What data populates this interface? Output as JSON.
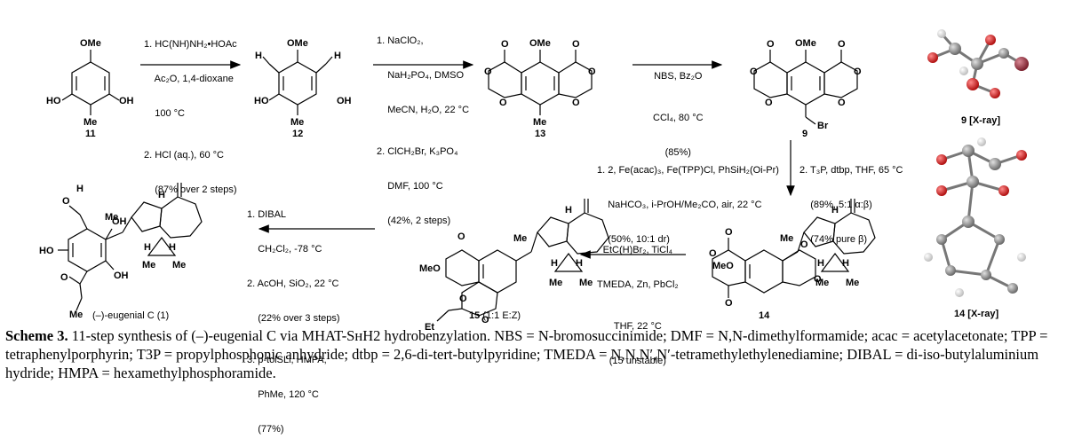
{
  "compounds": {
    "c11": "11",
    "c12": "12",
    "c13": "13",
    "c9": "9",
    "c9_xray": "9 [X-ray]",
    "c14": "14",
    "c14_xray": "14 [X-ray]",
    "c15": "15",
    "c15_note": "(1:1 E:Z)",
    "product": "(–)-eugenial C (1)"
  },
  "steps": {
    "s1": [
      "1. HC(NH)NH₂•HOAc",
      "    Ac₂O, 1,4-dioxane",
      "    100 °C",
      "2. HCl (aq.), 60 °C",
      "    (87% over 2 steps)"
    ],
    "s2": [
      "1. NaClO₂,",
      "    NaH₂PO₄, DMSO",
      "    MeCN, H₂O, 22 °C",
      "2. ClCH₂Br, K₃PO₄",
      "    DMF, 100 °C",
      "    (42%, 2 steps)"
    ],
    "s3": [
      "NBS, Bz₂O",
      "CCl₄, 80 °C",
      "(85%)"
    ],
    "s4_left": [
      "1. 2, Fe(acac)₃, Fe(TPP)Cl, PhSiH₂(Oi-Pr)",
      "    NaHCO₃, i-PrOH/Me₂CO, air, 22 °C",
      "    (50%, 10:1 dr)"
    ],
    "s4_right": [
      "2. T₃P, dtbp, THF, 65 °C",
      "    (89%, 5:1 α:β)",
      "    (74% pure β)"
    ],
    "s5": [
      "EtC(H)Br₂, TiCl₄",
      "TMEDA, Zn, PbCl₂",
      "THF, 22 °C",
      "(15 unstable)"
    ],
    "s6": [
      "1. DIBAL",
      "    CH₂Cl₂, -78 °C",
      "2. AcOH, SiO₂, 22 °C",
      "    (22% over 3 steps)",
      "3. p-tolSLi, HMPA,",
      "    PhMe, 120 °C",
      "    (77%)"
    ]
  },
  "caption": {
    "title": "Scheme 3.",
    "text": " 11-step synthesis of (–)-eugenial C via MHAT-SʜH2 hydrobenzylation. NBS = N-bromosuccinimide; DMF = N,N-dimethylformamide; acac = acetylacetonate; TPP = tetraphenylporphyrin; T3P = propylphosphonic anhydride; dtbp = 2,6-di-tert-butylpyridine; TMEDA = N,N,N′,N′-tetramethylethylenediamine; DIBAL = di-iso-butylaluminium hydride; HMPA = hexamethylphosphoramide."
  },
  "colors": {
    "oxygen": "#cc1f1f",
    "carbon": "#8a8a8a",
    "hydrogen": "#f0f0f0",
    "bromine": "#9b2d3a"
  }
}
